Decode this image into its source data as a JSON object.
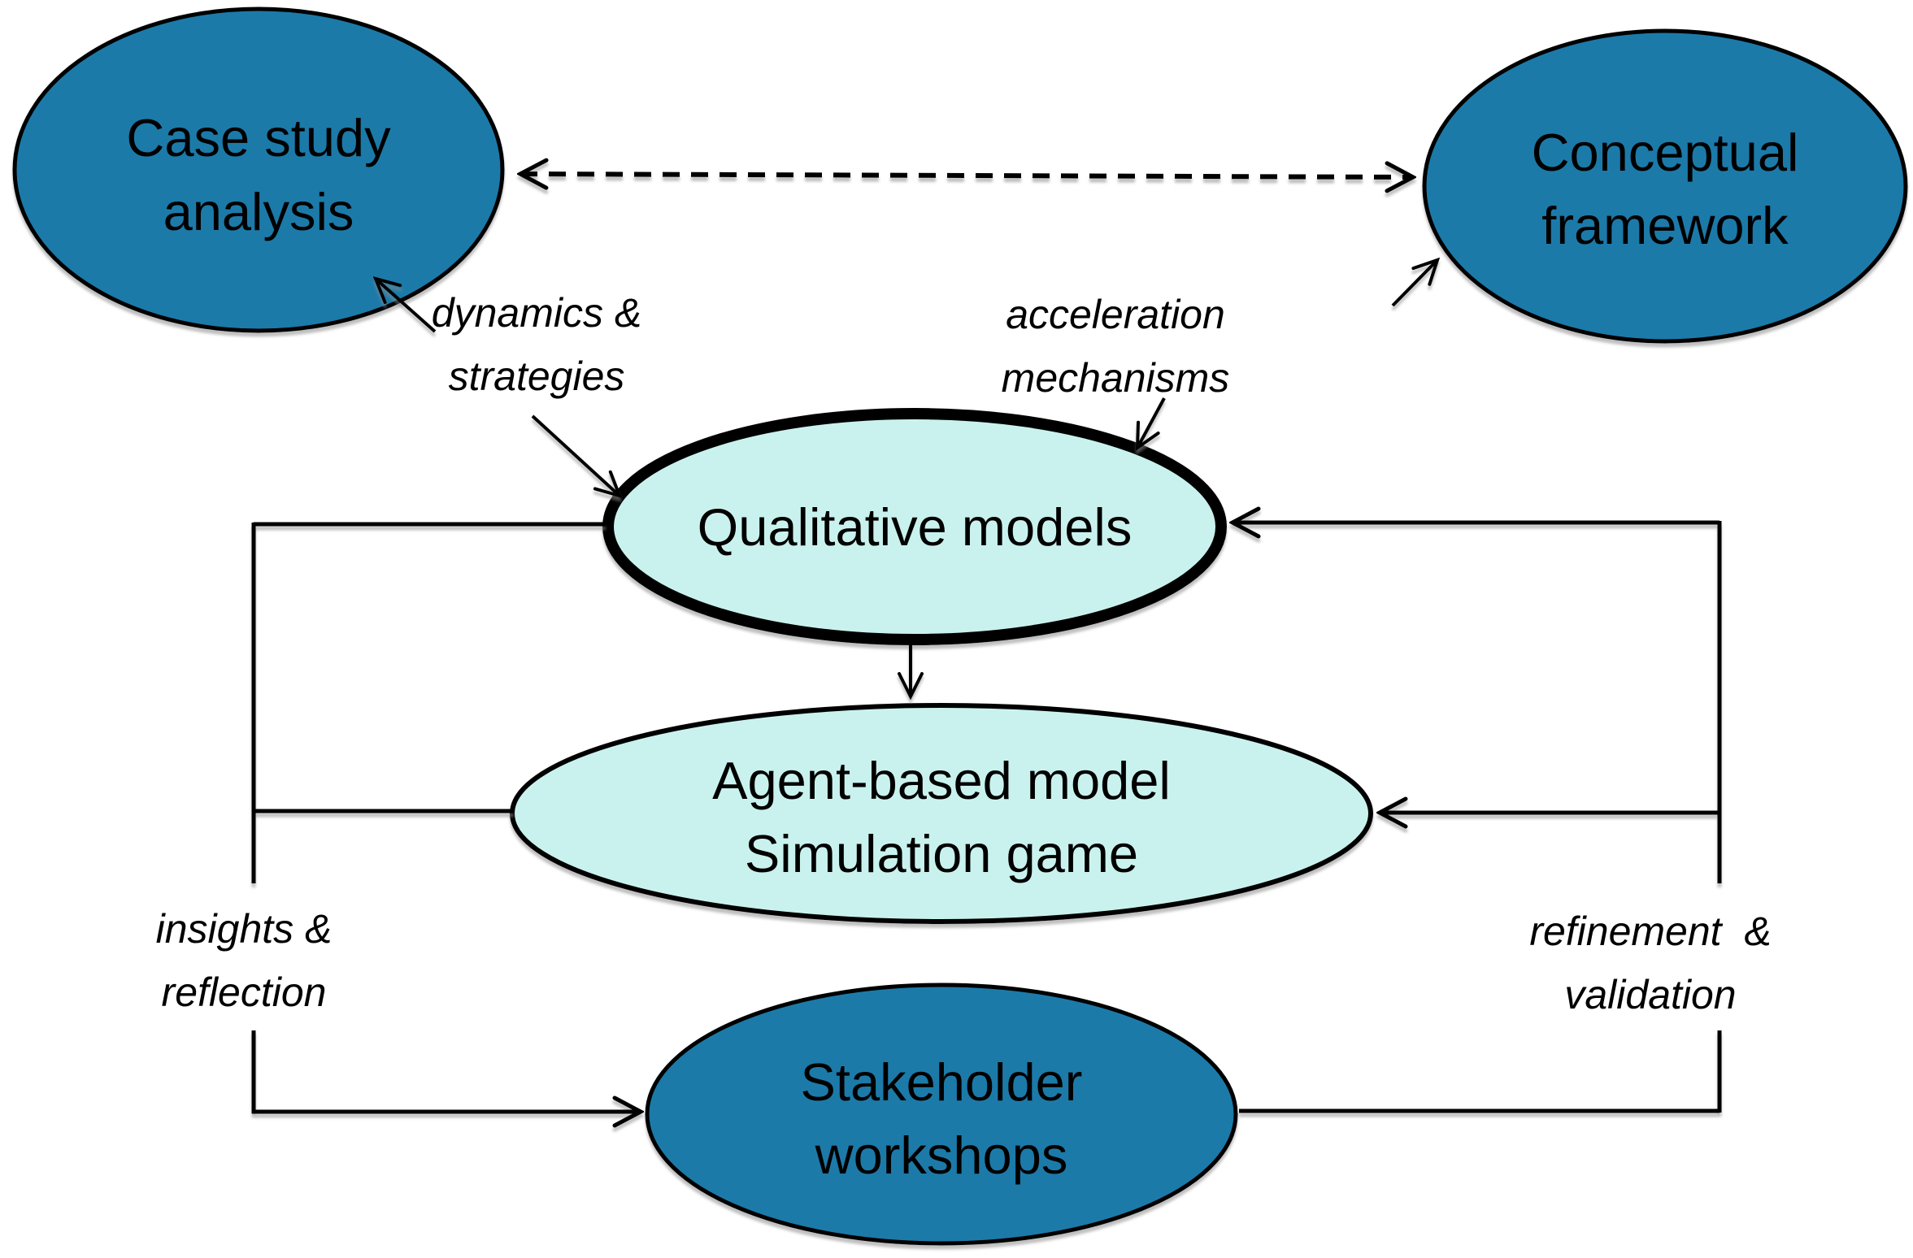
{
  "diagram": {
    "background_color": "#ffffff",
    "colors": {
      "node_dark": "#1d7aa9",
      "node_light": "#c9f2ee",
      "line": "#000000",
      "text": "#000000"
    },
    "nodes": {
      "case_study": {
        "line1": "Case study",
        "line2": "analysis"
      },
      "conceptual_framework": {
        "line1": "Conceptual",
        "line2": "framework"
      },
      "qualitative_models": {
        "line1": "Qualitative models"
      },
      "agent_based_model": {
        "line1": "Agent-based model",
        "line2": "Simulation game"
      },
      "stakeholder_workshops": {
        "line1": "Stakeholder",
        "line2": "workshops"
      }
    },
    "edge_labels": {
      "dynamics_strategies": {
        "line1": "dynamics &",
        "line2": "strategies"
      },
      "acceleration_mechanisms": {
        "line1": "acceleration",
        "line2": "mechanisms"
      },
      "insights_reflection": {
        "line1": "insights &",
        "line2": "reflection"
      },
      "refinement_validation": {
        "line1": "refinement  &",
        "line2": "validation"
      }
    }
  }
}
